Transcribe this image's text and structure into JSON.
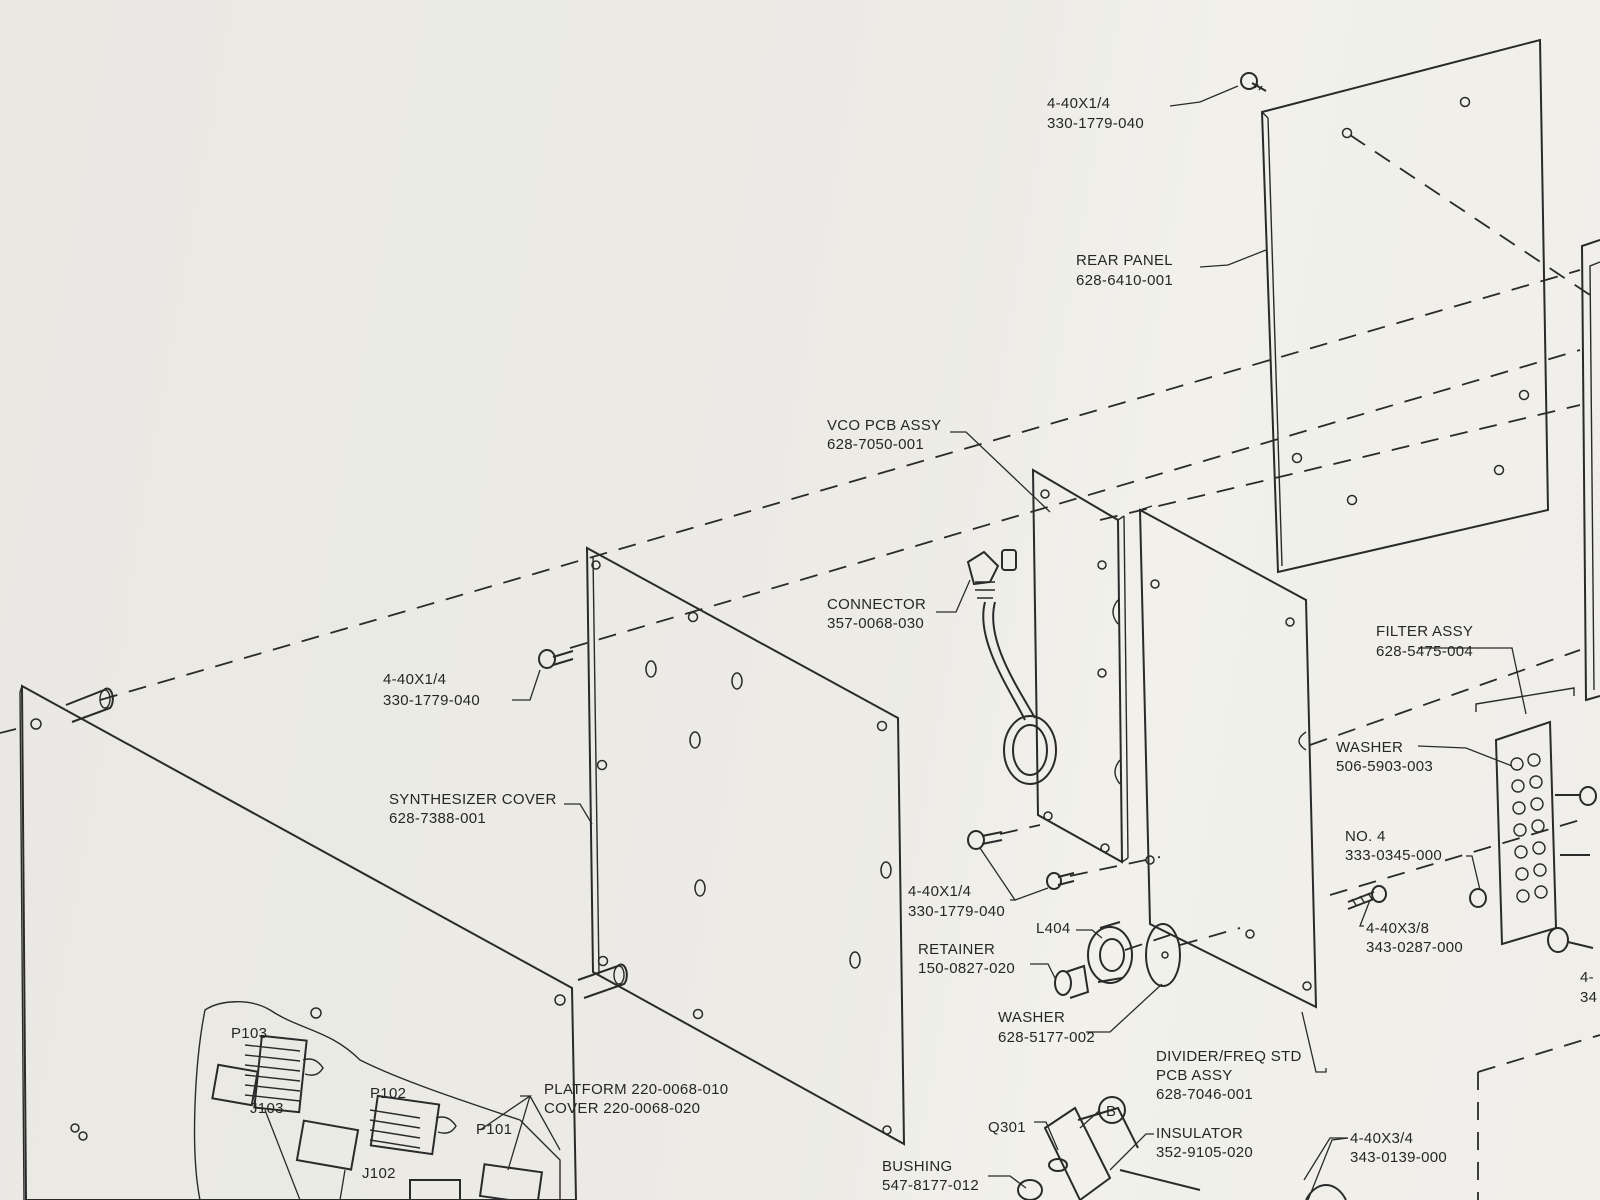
{
  "callouts": {
    "screw_top": {
      "line1": "4-40X1/4",
      "line2": "330-1779-040"
    },
    "rear_panel": {
      "line1": "REAR PANEL",
      "line2": "628-6410-001"
    },
    "vco_pcb": {
      "line1": "VCO  PCB ASSY",
      "line2": "628-7050-001"
    },
    "connector": {
      "line1": "CONNECTOR",
      "line2": "357-0068-030"
    },
    "screw_left": {
      "line1": "4-40X1/4",
      "line2": "330-1779-040"
    },
    "filter_assy": {
      "line1": "FILTER ASSY",
      "line2": "628-5475-004"
    },
    "washer_top": {
      "line1": "WASHER",
      "line2": "506-5903-003"
    },
    "no4": {
      "line1": "NO. 4",
      "line2": "333-0345-000"
    },
    "synth_cover": {
      "line1": "SYNTHESIZER COVER",
      "line2": "628-7388-001"
    },
    "screw_mid": {
      "line1": "4-40X1/4",
      "line2": "330-1779-040"
    },
    "screw_38": {
      "line1": "4-40X3/8",
      "line2": "343-0287-000"
    },
    "retainer": {
      "line1": "RETAINER",
      "line2": "150-0827-020"
    },
    "l404": {
      "line1": "L404"
    },
    "washer_low": {
      "line1": "WASHER",
      "line2": "628-5177-002"
    },
    "divider": {
      "line1": "DIVIDER/FREQ STD",
      "line2": "PCB ASSY",
      "line3": "628-7046-001"
    },
    "platform": {
      "line1": "PLATFORM 220-0068-010",
      "line2": "COVER 220-0068-020"
    },
    "p103": "P103",
    "j103": "J103",
    "p102": "P102",
    "j102": "J102",
    "p101": "P101",
    "q301": "Q301",
    "b_marker": "B",
    "insulator": {
      "line1": "INSULATOR",
      "line2": "352-9105-020"
    },
    "screw_34": {
      "line1": "4-40X3/4",
      "line2": "343-0139-000"
    },
    "bushing": {
      "line1": "BUSHING",
      "line2": "547-8177-012"
    },
    "edge_partial": {
      "line1": "4-",
      "line2": "34"
    }
  }
}
